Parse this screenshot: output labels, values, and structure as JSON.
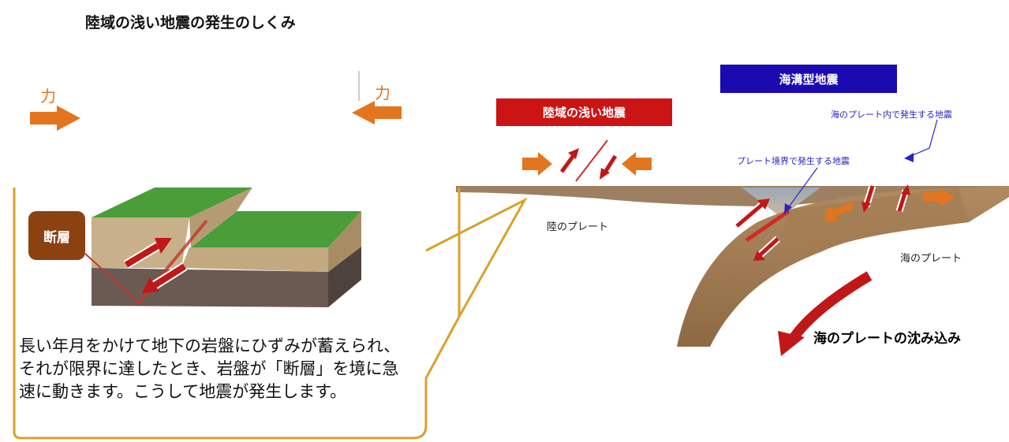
{
  "title": "陸域の浅い地震の発生のしくみ",
  "left_panel": {
    "force_left": "力",
    "force_right": "力",
    "fault_badge": "断層",
    "explanation": "長い年月をかけて地下の岩盤にひずみが蓄えられ、それが限界に達したとき、岩盤が「断層」を境に急速に動きます。こうして地震が発生します。"
  },
  "right_panel": {
    "shallow_banner": "陸域の浅い地震",
    "trench_banner": "海溝型地震",
    "intraplate_note": "海のプレート内で発生する地震",
    "boundary_note": "プレート境界で発生する地震",
    "land_plate": "陸のプレート",
    "sea_plate": "海のプレート",
    "subduction": "海のプレートの沈み込み"
  },
  "colors": {
    "force_arrow": "#e3751e",
    "slip_arrow": "#c01818",
    "shallow_banner": "#cc1414",
    "trench_banner": "#1b0ab0",
    "note_text": "#2a23c7",
    "callout_border": "#d9a12c",
    "fault_badge": "#8b4110",
    "plate_brown": "#a8825a",
    "ground_grass": "#4b9d3a"
  }
}
